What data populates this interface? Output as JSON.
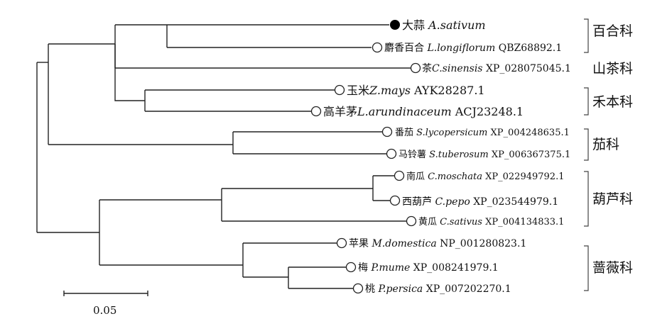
{
  "tree": {
    "leaves": [
      {
        "id": "allium",
        "marker": "filled",
        "cn": "大蒜",
        "sci": "A.sativum",
        "acc": ""
      },
      {
        "id": "lilium",
        "marker": "open",
        "cn": "麝香百合",
        "sci": "L.longiflorum",
        "acc": "QBZ68892.1"
      },
      {
        "id": "camellia",
        "marker": "open",
        "cn": "茶",
        "sci": "C.sinensis",
        "acc": "XP_028075045.1"
      },
      {
        "id": "zea",
        "marker": "open",
        "cn": "玉米",
        "sci": "Z.mays",
        "acc": "AYK28287.1"
      },
      {
        "id": "lolium",
        "marker": "open",
        "cn": "高羊茅",
        "sci": "L.arundinaceum",
        "acc": "ACJ23248.1"
      },
      {
        "id": "solanum1",
        "marker": "open",
        "cn": "番茄",
        "sci": "S.lycopersicum",
        "acc": "XP_004248635.1"
      },
      {
        "id": "solanum2",
        "marker": "open",
        "cn": "马铃薯",
        "sci": "S.tuberosum",
        "acc": "XP_006367375.1"
      },
      {
        "id": "cucurb1",
        "marker": "open",
        "cn": "南瓜",
        "sci": "C.moschata",
        "acc": "XP_022949792.1"
      },
      {
        "id": "cucurb2",
        "marker": "open",
        "cn": "西葫芦",
        "sci": "C.pepo",
        "acc": "XP_023544979.1"
      },
      {
        "id": "cucumis",
        "marker": "open",
        "cn": "黄瓜",
        "sci": "C.sativus",
        "acc": "XP_004134833.1"
      },
      {
        "id": "malus",
        "marker": "open",
        "cn": "苹果",
        "sci": "M.domestica",
        "acc": "NP_001280823.1"
      },
      {
        "id": "prunus1",
        "marker": "open",
        "cn": "梅",
        "sci": "P.mume",
        "acc": "XP_008241979.1"
      },
      {
        "id": "prunus2",
        "marker": "open",
        "cn": "桃",
        "sci": "P.persica",
        "acc": "XP_007202270.1"
      }
    ],
    "families": [
      "百合科",
      "山茶科",
      "禾本科",
      "茄科",
      "葫芦科",
      "蔷薇科"
    ],
    "scale_label": "0.05"
  },
  "colors": {
    "line": "#222222",
    "text": "#111111",
    "marker_fill": "#000000"
  }
}
